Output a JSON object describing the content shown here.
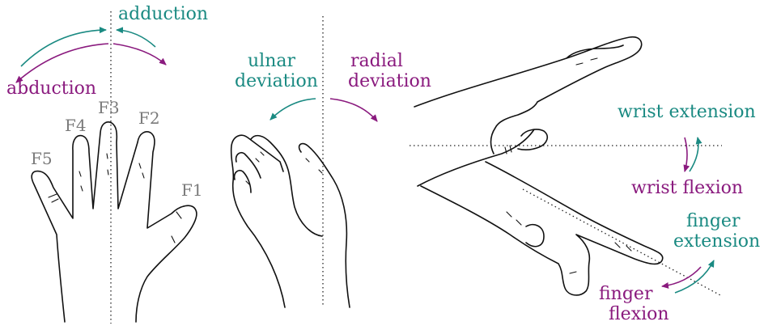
{
  "colors": {
    "teal": "#1a8a82",
    "purple": "#8a1a7e",
    "finger_label": "#7a7a7a",
    "line": "#111111"
  },
  "panels": {
    "fingers": {
      "adduction": "adduction",
      "abduction": "abduction",
      "finger_labels": [
        "F5",
        "F4",
        "F3",
        "F2",
        "F1"
      ]
    },
    "wrist_deviation": {
      "ulnar_line1": "ulnar",
      "ulnar_line2": "deviation",
      "radial_line1": "radial",
      "radial_line2": "deviation"
    },
    "flexion_extension": {
      "wrist_extension": "wrist extension",
      "wrist_flexion": "wrist flexion",
      "finger_extension_line1": "finger",
      "finger_extension_line2": "extension",
      "finger_flexion_line1": "finger",
      "finger_flexion_line2": "flexion"
    }
  }
}
